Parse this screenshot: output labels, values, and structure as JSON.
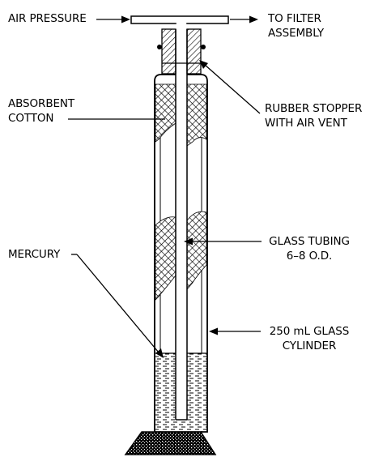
{
  "labels": {
    "air_pressure": "AIR PRESSURE",
    "to_filter_1": "TO FILTER",
    "to_filter_2": "ASSEMBLY",
    "absorbent_1": "ABSORBENT",
    "absorbent_2": "COTTON",
    "stopper_1": "RUBBER STOPPER",
    "stopper_2": "WITH AIR VENT",
    "tubing_1": "GLASS TUBING",
    "tubing_2": "6–8 O.D.",
    "mercury": "MERCURY",
    "cylinder_1": "250 mL GLASS",
    "cylinder_2": "CYLINDER"
  },
  "colors": {
    "line": "#000000",
    "background": "#ffffff"
  }
}
